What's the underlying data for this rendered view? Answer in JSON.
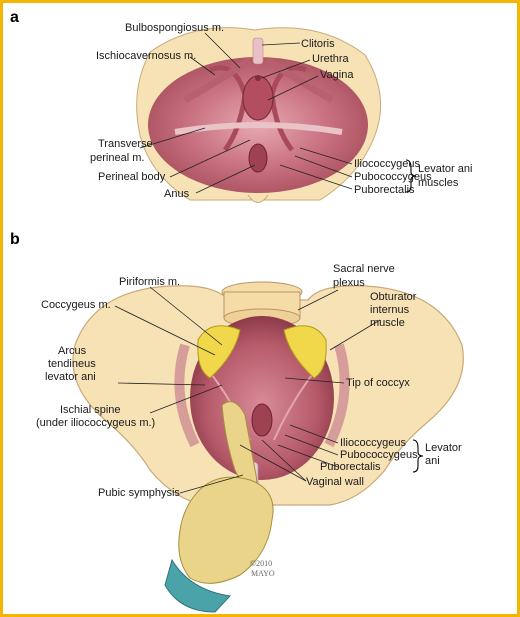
{
  "panel_a": {
    "letter": "a",
    "labels": {
      "bulbospongiosus": "Bulbospongiosus m.",
      "ischiocavernosus": "Ischiocavernosus m.",
      "clitoris": "Clitoris",
      "urethra": "Urethra",
      "vagina": "Vagina",
      "transverse_1": "Transverse",
      "transverse_2": "perineal m.",
      "perineal_body": "Perineal body",
      "anus": "Anus",
      "iliococcygeus": "Iliococcygeus",
      "pubococcygeus": "Pubococcygeus",
      "puborectalis": "Puborectalis",
      "group_1": "Levator ani",
      "group_2": "muscles"
    }
  },
  "panel_b": {
    "letter": "b",
    "labels": {
      "piriformis": "Piriformis m.",
      "sacral_1": "Sacral nerve",
      "sacral_2": "plexus",
      "obturator_1": "Obturator",
      "obturator_2": "internus",
      "obturator_3": "muscle",
      "coccygeus": "Coccygeus m.",
      "arcus_1": "Arcus",
      "arcus_2": "tendineus",
      "arcus_3": "levator ani",
      "ischial_1": "Ischial spine",
      "ischial_2": "(under iliococcygeus m.)",
      "tip_coccyx": "Tip of coccyx",
      "iliococcygeus": "Iliococcygeus",
      "pubococcygeus": "Pubococcygeus",
      "puborectalis": "Puborectalis",
      "group_1": "Levator",
      "group_2": "ani",
      "vaginal_wall": "Vaginal wall",
      "pubic_symphysis": "Pubic symphysis"
    },
    "watermark_1": "©2010",
    "watermark_2": "MAYO"
  },
  "colors": {
    "bone": "#f7e2b6",
    "muscle": "#c9707f",
    "muscle_light": "#e3a7b0",
    "coccygeus": "#f0d84a",
    "glove": "#e9d48a",
    "cuff": "#4aa3a8",
    "border": "#f4b400"
  }
}
